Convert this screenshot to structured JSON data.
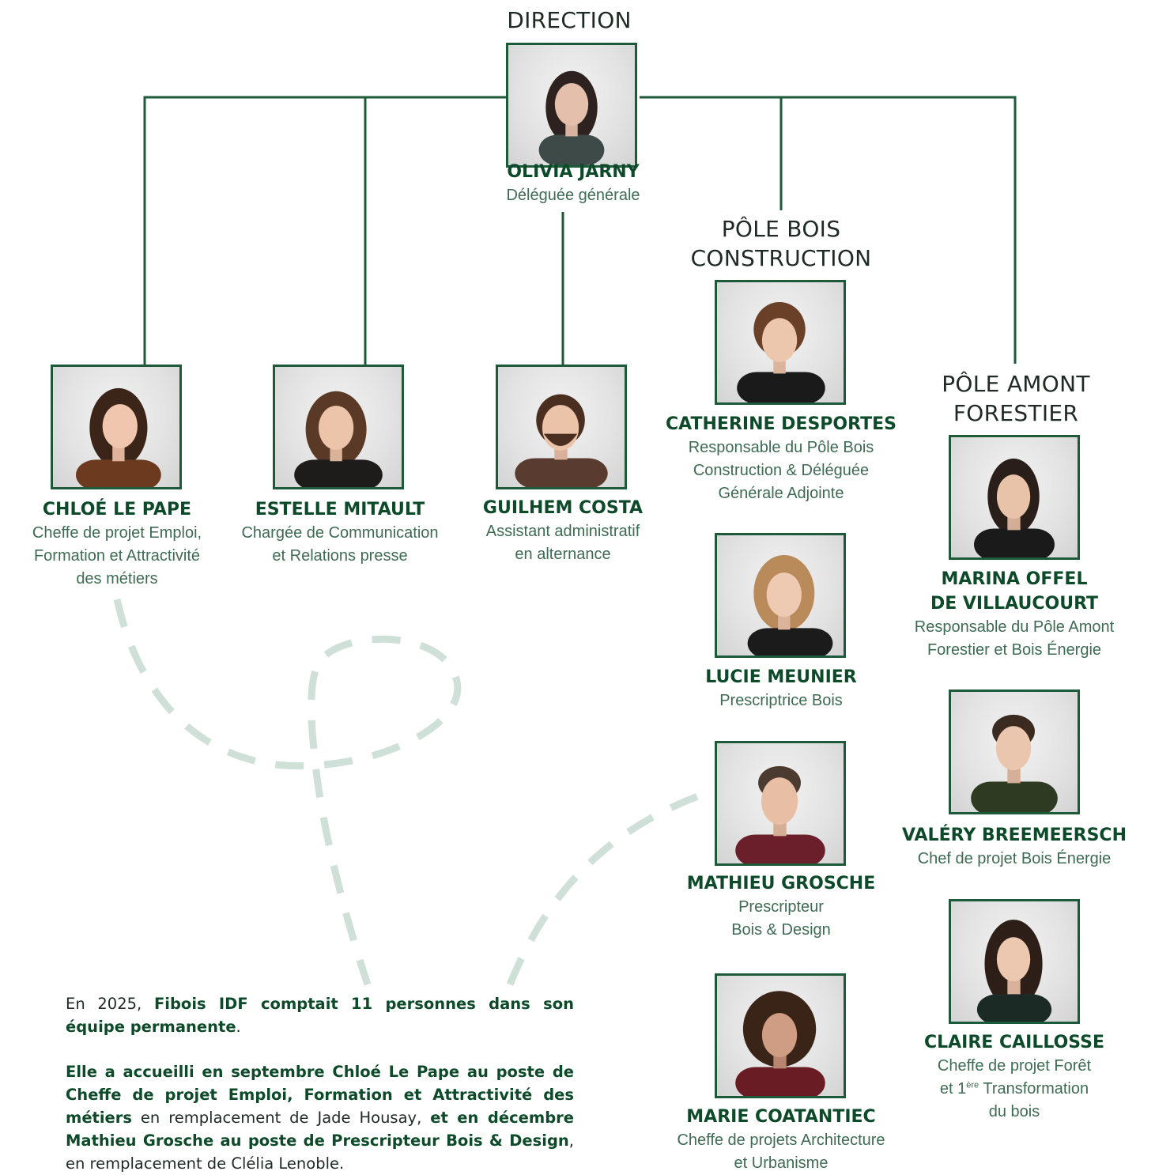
{
  "headings": {
    "direction": "DIRECTION",
    "pole_bois_construction": [
      "PÔLE BOIS",
      "CONSTRUCTION"
    ],
    "pole_amont_forestier": [
      "PÔLE AMONT",
      "FORESTIER"
    ]
  },
  "people": {
    "olivia": {
      "name": "OLIVIA JARNY",
      "role": "Déléguée générale"
    },
    "chloe": {
      "name": "CHLOÉ LE PAPE",
      "role": [
        "Cheffe de projet Emploi,",
        "Formation et Attractivité",
        "des métiers"
      ]
    },
    "estelle": {
      "name": "ESTELLE MITAULT",
      "role": [
        "Chargée de Communication",
        "et Relations presse"
      ]
    },
    "guilhem": {
      "name": "GUILHEM COSTA",
      "role": [
        "Assistant administratif",
        "en alternance"
      ]
    },
    "catherine": {
      "name": "CATHERINE DESPORTES",
      "role": [
        "Responsable du Pôle Bois",
        "Construction & Déléguée",
        "Générale Adjointe"
      ]
    },
    "lucie": {
      "name": "LUCIE MEUNIER",
      "role": "Prescriptrice Bois"
    },
    "mathieu": {
      "name": "MATHIEU GROSCHE",
      "role": [
        "Prescripteur",
        "Bois & Design"
      ]
    },
    "marie": {
      "name": "MARIE COATANTIEC",
      "role": [
        "Cheffe de projets Architecture",
        "et Urbanisme"
      ]
    },
    "marina": {
      "name": [
        "MARINA OFFEL",
        "DE VILLAUCOURT"
      ],
      "role": [
        "Responsable du Pôle Amont",
        "Forestier et Bois Énergie"
      ]
    },
    "valery": {
      "name": "VALÉRY BREEMEERSCH",
      "role": "Chef de projet Bois Énergie"
    },
    "claire": {
      "name": "CLAIRE CAILLOSSE",
      "role": [
        "Cheffe de projet Forêt",
        "et 1",
        "ère",
        " Transformation",
        "du bois"
      ]
    }
  },
  "paragraph1": {
    "t1": "En 2025, ",
    "b1": "Fibois IDF comptait 11 personnes dans son équipe permanente",
    "t2": "."
  },
  "paragraph2": {
    "b1": "Elle a accueilli en septembre Chloé Le Pape au poste de Cheffe de projet Emploi, Formation et Attractivité des métiers",
    "t1": " en remplacement de Jade Housay, ",
    "b2": "et en décembre Mathieu Grosche au poste de Prescripteur Bois & Design",
    "t2": ", en remplacement de Clélia Lenoble."
  },
  "colors": {
    "accent": "#1d5a3a",
    "name": "#0d4a29",
    "deco": "#cfe0d8"
  }
}
